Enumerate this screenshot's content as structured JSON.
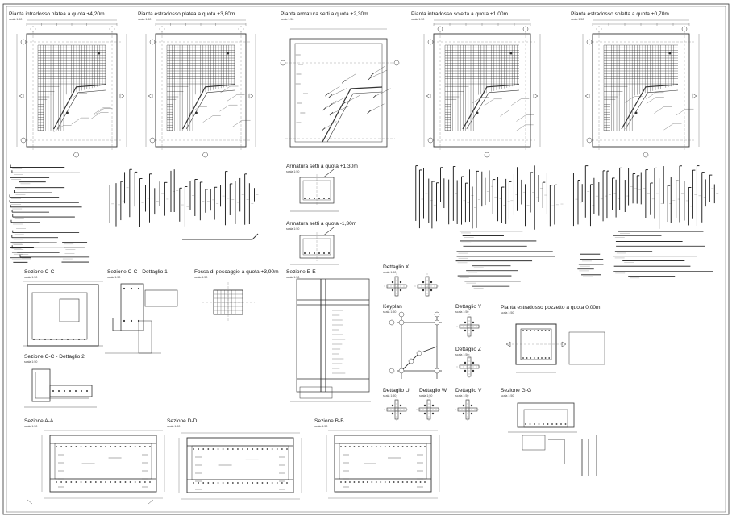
{
  "titles": {
    "p1": "Pianta intradosso platea a quota +4,20m",
    "p2": "Pianta estradosso platea a quota +3,80m",
    "p3": "Pianta armatura setti a quota +2,30m",
    "p4": "Pianta intradosso soletta a quota +1,00m",
    "p5": "Pianta estradosso soletta a quota +0,70m",
    "arm1": "Armatura setti a quota +1,30m",
    "arm2": "Armatura setti a quota -1,30m",
    "secCC": "Sezione C-C",
    "secCC1": "Sezione C-C - Dettaglio 1",
    "fossa": "Fossa di pescaggio a quota +3,90m",
    "secEE": "Sezione E-E",
    "detX": "Dettaglio X",
    "keyplan": "Keyplan",
    "detY": "Dettaglio Y",
    "detZ": "Dettaglio Z",
    "pozzetto": "Pianta estradosso pozzetto a quota 0,00m",
    "secCC2": "Sezione C-C - Dettaglio 2",
    "detU": "Dettaglio U",
    "detW": "Dettaglio W",
    "detV": "Dettaglio V",
    "secGG": "Sezione G-G",
    "secAA": "Sezione A-A",
    "secDD": "Sezione D-D",
    "secBB": "Sezione B-B"
  },
  "scale_label": "scala 1:50",
  "colors": {
    "ink": "#1a1a1a",
    "line": "#333333",
    "paper": "#ffffff"
  }
}
